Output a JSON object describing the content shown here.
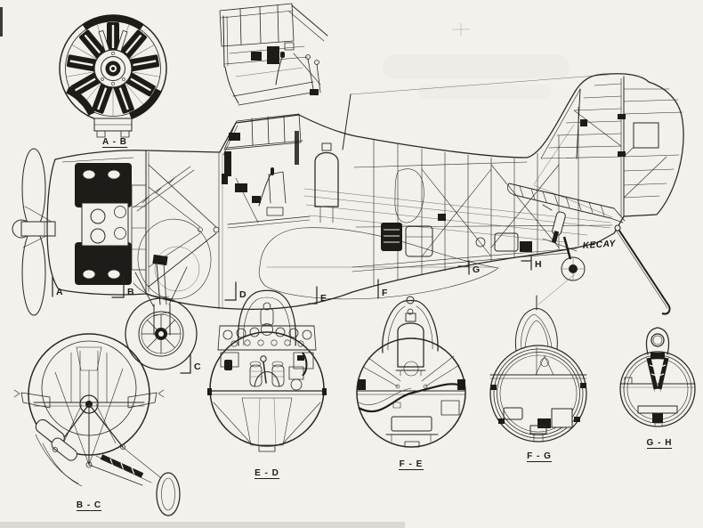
{
  "page": {
    "paper_color": "#f3f1ec",
    "ink_color": "#2a2823",
    "description": "Scanned technical cutaway drawing of a carrier fighter aircraft with fuselage cross-sections"
  },
  "sections": {
    "ab": {
      "label": "A - B"
    },
    "bc": {
      "label": "B - C"
    },
    "ed": {
      "label": "E - D"
    },
    "fe": {
      "label": "F - E"
    },
    "fg": {
      "label": "F - G"
    },
    "gh": {
      "label": "G - H"
    }
  },
  "markers": {
    "a": "A",
    "b": "B",
    "c": "C",
    "d": "D",
    "e": "E",
    "f": "F",
    "g": "G",
    "h": "H"
  },
  "watermark": {
    "text": "KECAY"
  }
}
